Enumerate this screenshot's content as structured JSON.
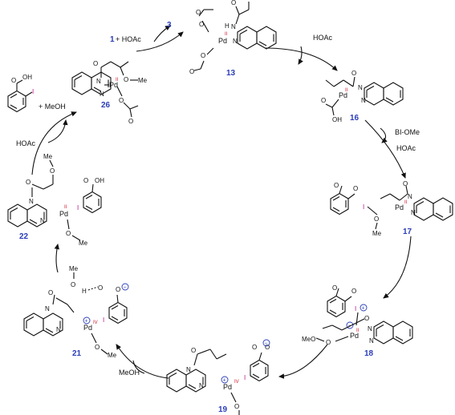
{
  "compounds": {
    "c13": "13",
    "c16": "16",
    "c17": "17",
    "c18": "18",
    "c19": "19",
    "c21": "21",
    "c22": "22",
    "c26": "26"
  },
  "reagents": {
    "start_num": "1",
    "start_text": "+ HOAc",
    "product3": "3",
    "hoac_top_right": "HOAc",
    "bi_ome": "BI-OMe",
    "hoac_right": "HOAc",
    "hoac_left": "HOAc",
    "meoh_bottom": "MeOH",
    "meoh_left": "+ MeOH"
  },
  "atoms": {
    "pd": "Pd",
    "n": "N",
    "o": "O",
    "h": "H",
    "i": "I",
    "me": "Me",
    "ome": "OMe",
    "meo": "MeO",
    "oh": "OH",
    "ox2": "II",
    "ox4": "IV"
  }
}
